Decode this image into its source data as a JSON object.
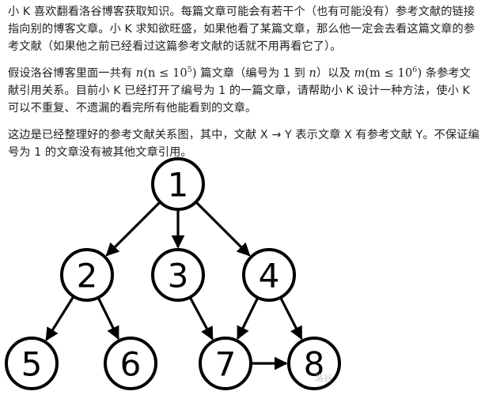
{
  "problem": {
    "para1": "小 K 喜欢翻看洛谷博客获取知识。每篇文章可能会有若干个（也有可能没有）参考文献的链接指向别的博客文章。小 K 求知欲旺盛，如果他看了某篇文章，那么他一定会去看这篇文章的参考文献（如果他之前已经看过这篇参考文献的话就不用再看它了）。",
    "para2_a": "假设洛谷博客里面一共有 ",
    "math_n": "n",
    "math_n_cond_open": "(n ≤ 10",
    "math_n_exp": "5",
    "para2_b": " 篇文章（编号为 1 到 ",
    "para2_c": "）以及 ",
    "math_m": "m",
    "math_m_cond_open": "(m ≤ 10",
    "math_m_exp": "6",
    "para2_d": " 条参考文献引用关系。目前小 K 已经打开了编号为 1 的一篇文章，请帮助小 K 设计一种方法，使小 K 可以不重复、不遗漏的看完所有他能看到的文章。",
    "para3": "这边是已经整理好的参考文献关系图，其中，文献 X → Y 表示文章 X 有参考文献 Y。不保证编号为 1 的文章没有被其他文章引用。"
  },
  "graph": {
    "nodes": [
      "1",
      "2",
      "3",
      "4",
      "5",
      "6",
      "7",
      "8"
    ],
    "edges": [
      [
        "1",
        "2"
      ],
      [
        "1",
        "3"
      ],
      [
        "1",
        "4"
      ],
      [
        "2",
        "5"
      ],
      [
        "2",
        "6"
      ],
      [
        "3",
        "7"
      ],
      [
        "4",
        "7"
      ],
      [
        "4",
        "8"
      ],
      [
        "7",
        "8"
      ]
    ],
    "watermark": "洛谷"
  }
}
